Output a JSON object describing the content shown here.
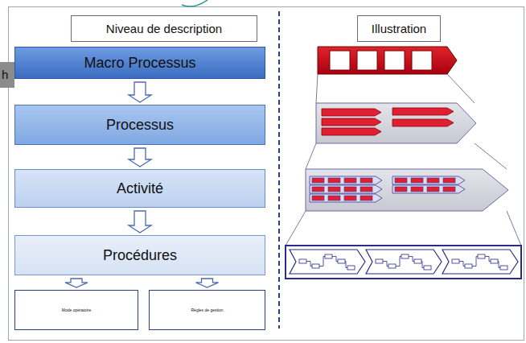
{
  "diagram": {
    "nodes": [
      {
        "text": [
          "Niveau de description"
        ]
      },
      {
        "text": [
          "Illustration"
        ]
      },
      {
        "text": [
          "Macro Processus"
        ]
      },
      {
        "text": [
          "Processus"
        ]
      },
      {
        "text": [
          "Activité"
        ]
      },
      {
        "text": [
          "Procédures"
        ]
      },
      {
        "text": [
          "Mode opératoire"
        ]
      },
      {
        "text": [
          "Règles de gestion"
        ]
      }
    ],
    "edges": [
      {
        "from": 2,
        "to": 3,
        "arrow": "to"
      },
      {
        "from": 3,
        "to": 4,
        "arrow": "to"
      },
      {
        "from": 4,
        "to": 5,
        "arrow": "to"
      },
      {
        "from": 5,
        "to": 6,
        "arrow": "to"
      },
      {
        "from": 5,
        "to": 7,
        "arrow": "to"
      }
    ],
    "labels": [
      "h"
    ]
  }
}
